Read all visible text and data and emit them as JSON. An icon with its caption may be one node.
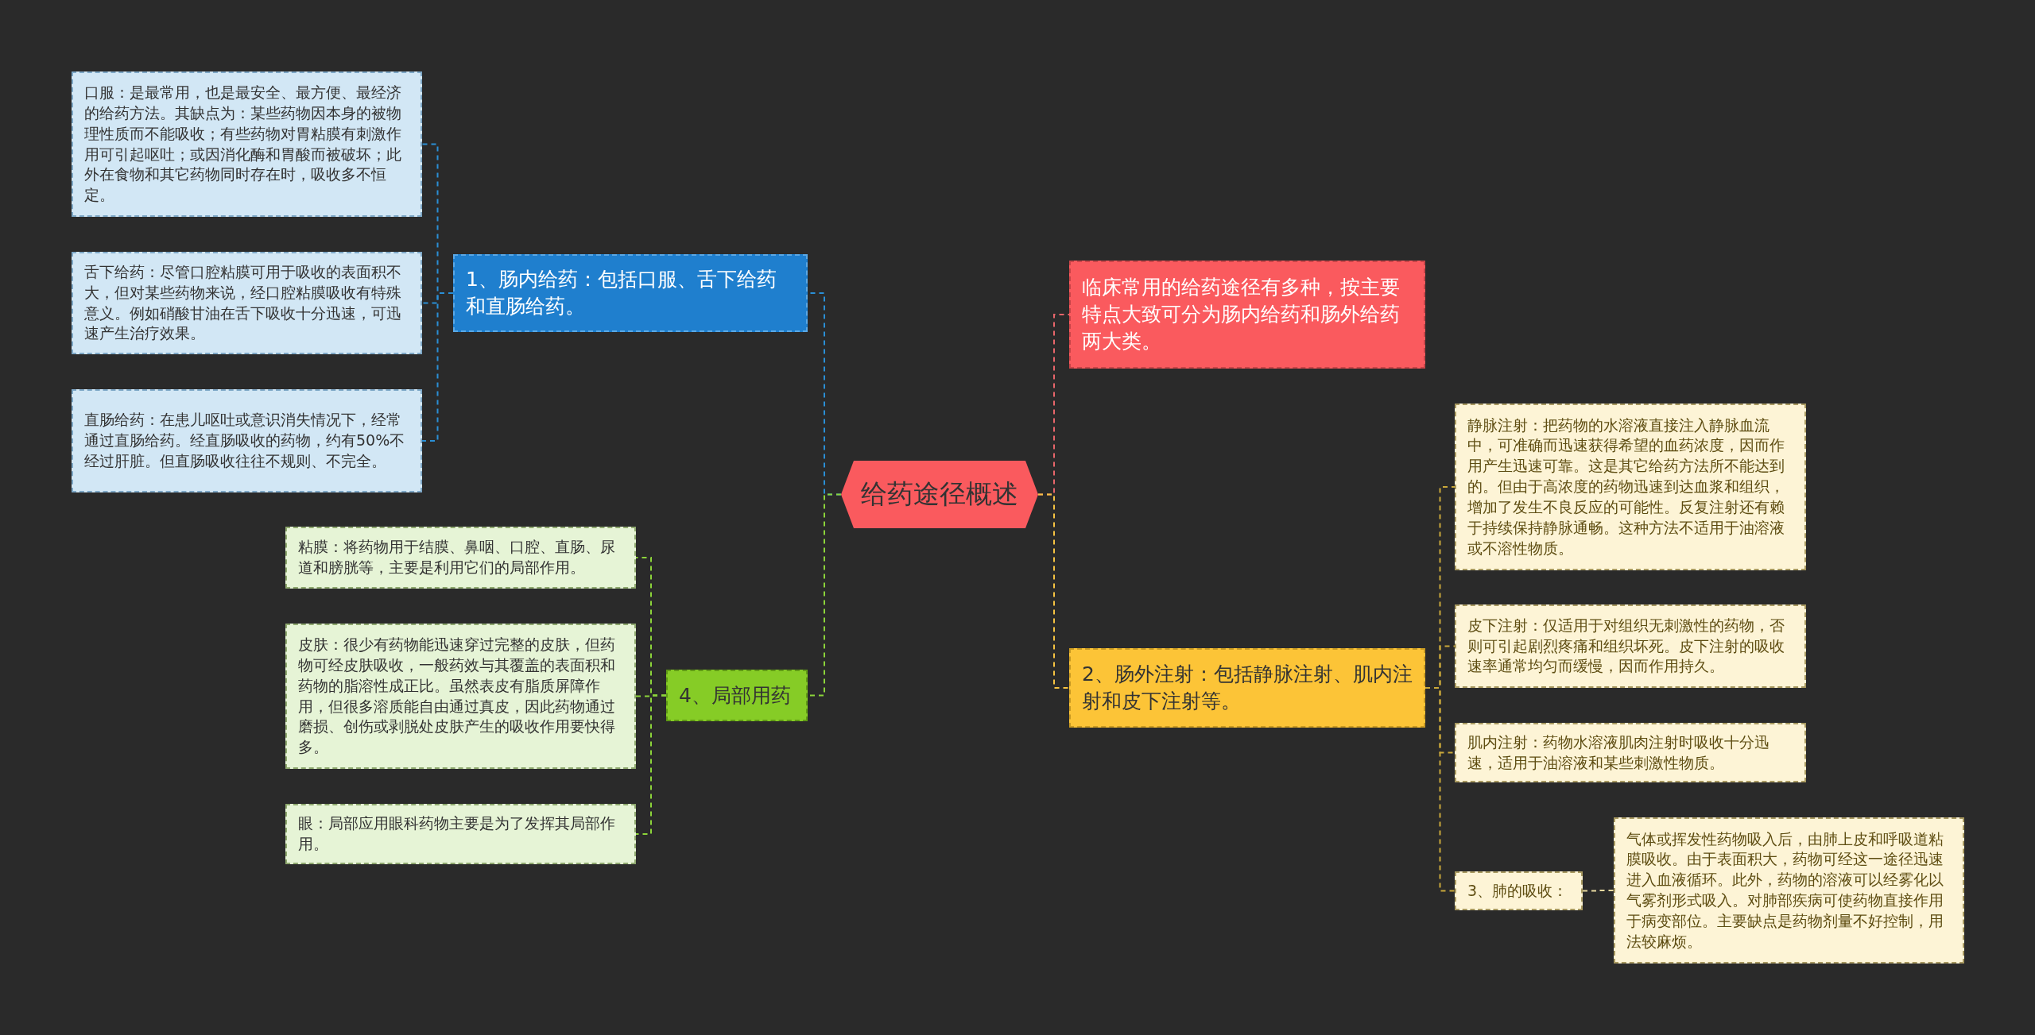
{
  "diagram": {
    "nodes": [
      {
        "text": [
          "给药途径概述"
        ]
      },
      {
        "text": [
          "临床常用的给药途径有多种，按主要特点大致可分为肠内给药和肠外给药两大类。"
        ]
      },
      {
        "text": [
          "1、肠内给药：包括口服、舌下给药和直肠给药。"
        ]
      },
      {
        "text": [
          "口服：是最常用，也是最安全、最方便、最经济的给药方法。其缺点为：某些药物因本身的被物理性质而不能吸收；有些药物对胃粘膜有刺激作用可引起呕吐；或因消化酶和胃酸而被破坏；此外在食物和其它药物同时存在时，吸收多不恒定。"
        ]
      },
      {
        "text": [
          "舌下给药：尽管口腔粘膜可用于吸收的表面积不大，但对某些药物来说，经口腔粘膜吸收有特殊意义。例如硝酸甘油在舌下吸收十分迅速，可迅速产生治疗效果。"
        ]
      },
      {
        "text": [
          "直肠给药：在患儿呕吐或意识消失情况下，经常通过直肠给药。经直肠吸收的药物，约有50%不经过肝脏。但直肠吸收往往不规则、不完全。"
        ]
      },
      {
        "text": [
          "2、肠外注射：包括静脉注射、肌内注射和皮下注射等。"
        ]
      },
      {
        "text": [
          "静脉注射：把药物的水溶液直接注入静脉血流中，可准确而迅速获得希望的血药浓度，因而作用产生迅速可靠。这是其它给药方法所不能达到的。但由于高浓度的药物迅速到达血浆和组织，增加了发生不良反应的可能性。反复注射还有赖于持续保持静脉通畅。这种方法不适用于油溶液或不溶性物质。"
        ]
      },
      {
        "text": [
          "皮下注射：仅适用于对组织无刺激性的药物，否则可引起剧烈疼痛和组织坏死。皮下注射的吸收速率通常均匀而缓慢，因而作用持久。"
        ]
      },
      {
        "text": [
          "肌内注射：药物水溶液肌肉注射时吸收十分迅速，适用于油溶液和某些刺激性物质。"
        ]
      },
      {
        "text": [
          "3、肺的吸收："
        ]
      },
      {
        "text": [
          "气体或挥发性药物吸入后，由肺上皮和呼吸道粘膜吸收。由于表面积大，药物可经这一途径迅速进入血液循环。此外，药物的溶液可以经雾化以气雾剂形式吸入。对肺部疾病可使药物直接作用于病变部位。主要缺点是药物剂量不好控制，用法较麻烦。"
        ]
      },
      {
        "text": [
          "4、局部用药"
        ]
      },
      {
        "text": [
          "粘膜：将药物用于结膜、鼻咽、口腔、直肠、尿道和膀胱等，主要是利用它们的局部作用。"
        ]
      },
      {
        "text": [
          "皮肤：很少有药物能迅速穿过完整的皮肤，但药物可经皮肤吸收，一般药效与其覆盖的表面积和药物的脂溶性成正比。虽然表皮有脂质屏障作用，但很多溶质能自由通过真皮，因此药物通过磨损、创伤或剥脱处皮肤产生的吸收作用要快得多。"
        ]
      },
      {
        "text": [
          "眼：局部应用眼科药物主要是为了发挥其局部作用。"
        ]
      }
    ],
    "edges": [
      {
        "from": 0,
        "to": 1,
        "arrow": "none",
        "style": "dashed",
        "color": "#e8666b"
      },
      {
        "from": 0,
        "to": 2,
        "arrow": "none",
        "style": "dashed",
        "color": "#2a8fd6"
      },
      {
        "from": 2,
        "to": 3,
        "arrow": "none",
        "style": "dashed",
        "color": "#2a8fd6"
      },
      {
        "from": 2,
        "to": 4,
        "arrow": "none",
        "style": "dashed",
        "color": "#2a8fd6"
      },
      {
        "from": 2,
        "to": 5,
        "arrow": "none",
        "style": "dashed",
        "color": "#2a8fd6"
      },
      {
        "from": 0,
        "to": 6,
        "arrow": "none",
        "style": "dashed",
        "color": "#f5c342"
      },
      {
        "from": 6,
        "to": 7,
        "arrow": "none",
        "style": "dashed",
        "color": "#c9a83a"
      },
      {
        "from": 6,
        "to": 8,
        "arrow": "none",
        "style": "dashed",
        "color": "#c9a83a"
      },
      {
        "from": 6,
        "to": 9,
        "arrow": "none",
        "style": "dashed",
        "color": "#c9a83a"
      },
      {
        "from": 6,
        "to": 10,
        "arrow": "none",
        "style": "dashed",
        "color": "#c9a83a"
      },
      {
        "from": 10,
        "to": 11,
        "arrow": "none",
        "style": "dashed",
        "color": "#e8d9a0"
      },
      {
        "from": 0,
        "to": 12,
        "arrow": "none",
        "style": "dashed",
        "color": "#8cd43a"
      },
      {
        "from": 12,
        "to": 13,
        "arrow": "none",
        "style": "dashed",
        "color": "#8cd43a"
      },
      {
        "from": 12,
        "to": 14,
        "arrow": "none",
        "style": "dashed",
        "color": "#8cd43a"
      },
      {
        "from": 12,
        "to": 15,
        "arrow": "none",
        "style": "dashed",
        "color": "#8cd43a"
      }
    ]
  }
}
